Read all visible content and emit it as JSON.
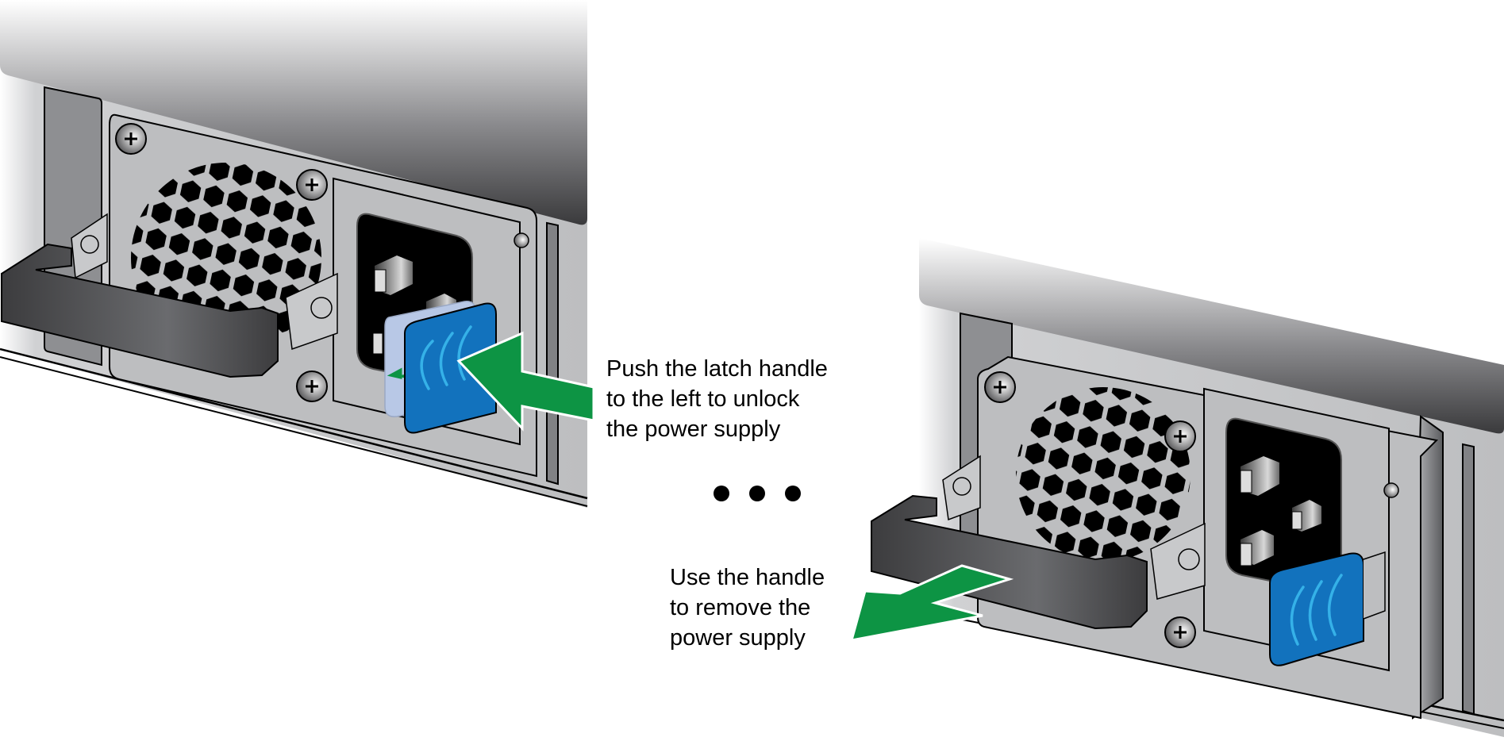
{
  "figure": {
    "title": "Power supply removal procedure",
    "steps": [
      {
        "id": "step-1",
        "caption": "Push the latch handle\nto the left to unlock\nthe power supply",
        "action": "push-latch-left",
        "arrow_direction": "left"
      },
      {
        "id": "step-2",
        "caption": "Use the handle\nto remove the\npower supply",
        "action": "pull-handle-out",
        "arrow_direction": "down-left"
      }
    ],
    "sequence_indicator": "three-dots",
    "components": {
      "chassis": "chassis-top-cover",
      "psu": "power-supply-unit",
      "fan": "fan-grille-hex",
      "handle": "psu-pull-handle",
      "latch": "blue-latch-handle",
      "inlet": "ac-power-inlet",
      "screws": "phillips-screw"
    },
    "colors": {
      "arrow_green": "#0d9444",
      "latch_blue": "#1272bd",
      "latch_ghost": "#b8c8e6",
      "latch_groove": "#35b1e8",
      "chassis_dark": "#3a3a3c",
      "panel_gray": "#bdbec0",
      "handle_dark": "#4a4a4c",
      "inlet_black": "#000000"
    }
  }
}
